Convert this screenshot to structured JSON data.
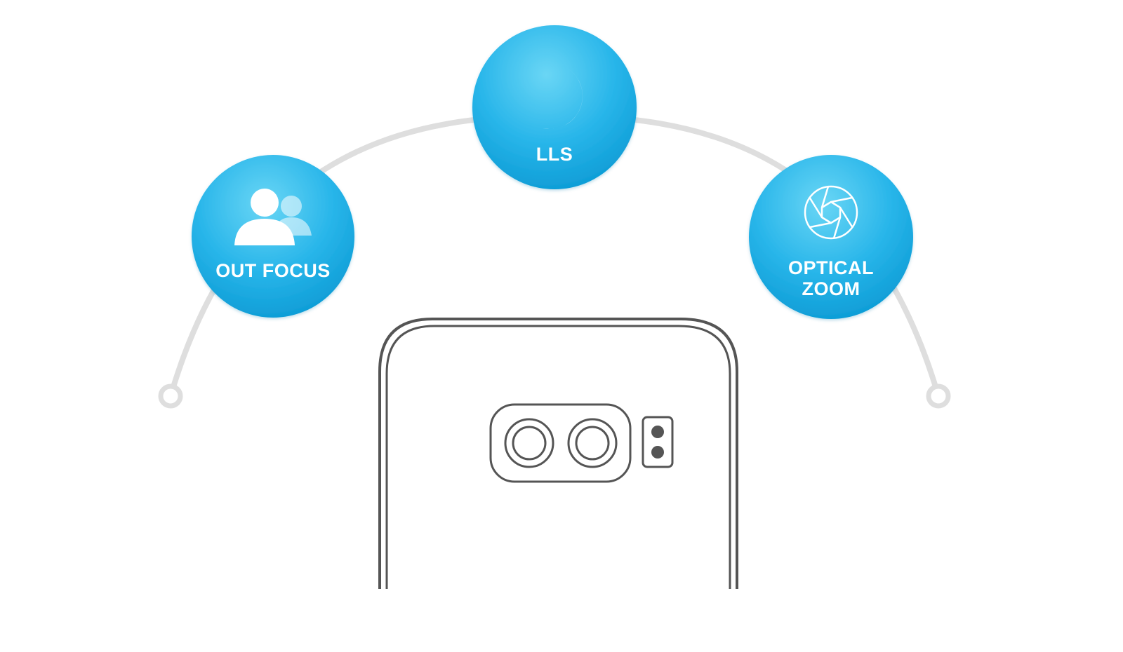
{
  "features": {
    "out_focus": {
      "label": "OUT FOCUS",
      "icon": "people-icon"
    },
    "lls": {
      "label": "LLS",
      "icon": "moon-icon"
    },
    "optical_zoom": {
      "label_line1": "OPTICAL",
      "label_line2": "ZOOM",
      "icon": "aperture-icon"
    }
  },
  "colors": {
    "circle_light": "#5fd0f2",
    "circle_dark": "#0a9fd8",
    "arc": "#dedede",
    "phone_outline": "#555555"
  }
}
